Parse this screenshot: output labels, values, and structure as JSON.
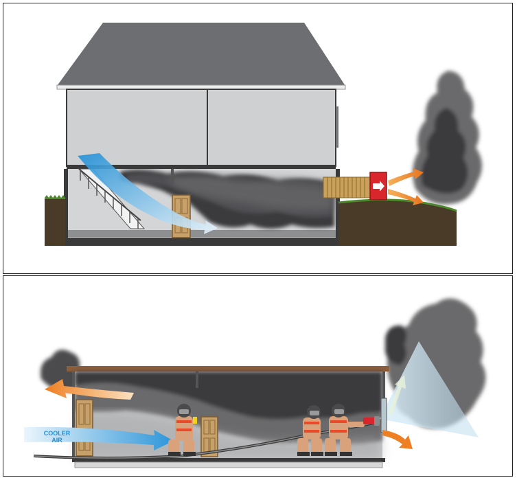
{
  "diagram": {
    "top_panel": {
      "fan_symbol": "white-arrow"
    },
    "bottom_panel": {
      "cooler_air_label_line1": "COOLER",
      "cooler_air_label_line2": "AIR"
    }
  },
  "colors": {
    "roof": "#6d6e71",
    "wall": "#cfd0d2",
    "smoke_dark": "#3b3b3d",
    "smoke_mid": "#6a6a6c",
    "cool_air": "#3aa0d8",
    "hot_air": "#f08a2a",
    "soil": "#4a3a28",
    "grass": "#4a8a2a",
    "fan_red": "#d8262c",
    "duct": "#c9a15a",
    "door": "#c8a06a"
  }
}
